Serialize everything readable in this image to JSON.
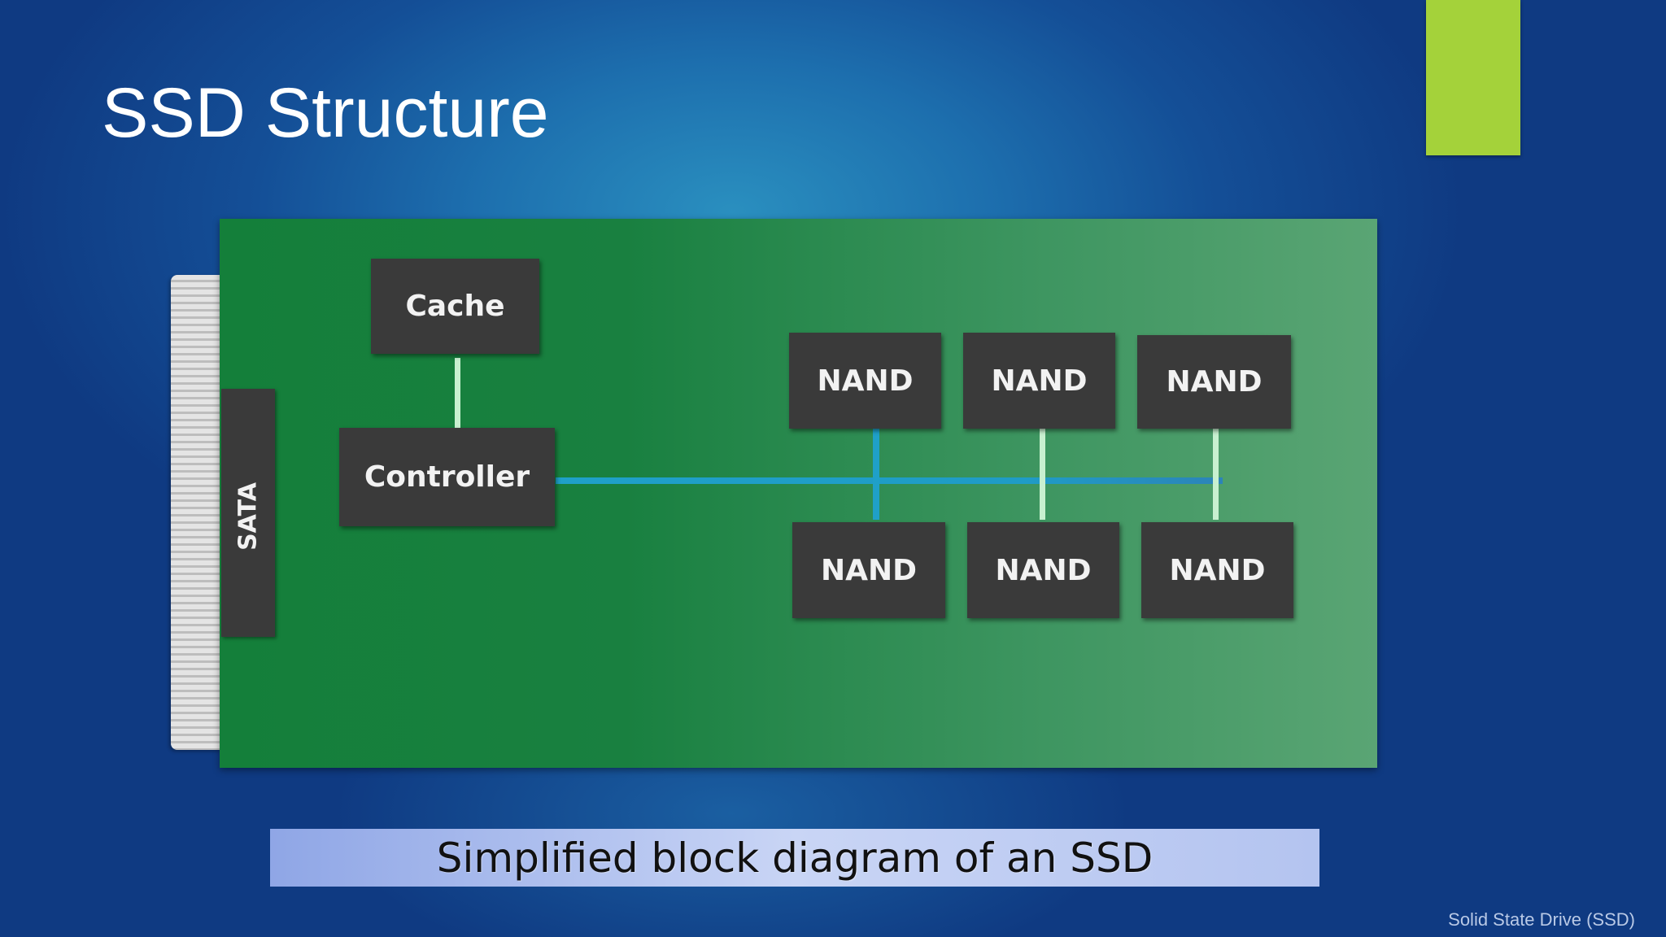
{
  "slide": {
    "title": "SSD Structure",
    "footer": "Solid State Drive (SSD)"
  },
  "diagram": {
    "interface_label": "SATA",
    "cache_label": "Cache",
    "controller_label": "Controller",
    "nand_labels": [
      "NAND",
      "NAND",
      "NAND",
      "NAND",
      "NAND",
      "NAND"
    ],
    "caption": "Simplified block diagram of an SSD"
  },
  "colors": {
    "accent": "#a4d23a",
    "board_green": "#147f3a",
    "chip_dark": "#3a3a3a",
    "bus_blue": "#1fa0c8",
    "link_light": "#c8f0d0"
  }
}
